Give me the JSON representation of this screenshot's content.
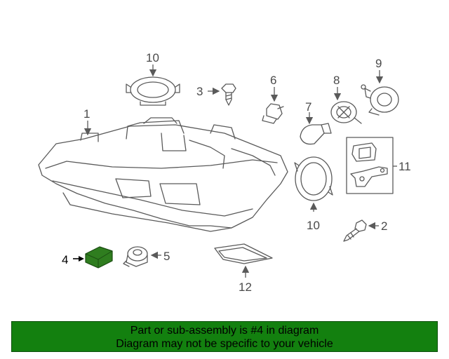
{
  "colors": {
    "banner_bg": "#13800f",
    "highlight_part": "#2f7d1f",
    "line": "#5a5a5a"
  },
  "callouts": {
    "c1": "1",
    "c2": "2",
    "c3": "3",
    "c4": "4",
    "c5": "5",
    "c6": "6",
    "c7": "7",
    "c8": "8",
    "c9": "9",
    "c10a": "10",
    "c10b": "10",
    "c11": "11",
    "c12": "12"
  },
  "highlighted_callout": "4",
  "banner": {
    "line1": "Part or sub-assembly is #4 in diagram",
    "line2": "Diagram may not be specific to your vehicle"
  }
}
